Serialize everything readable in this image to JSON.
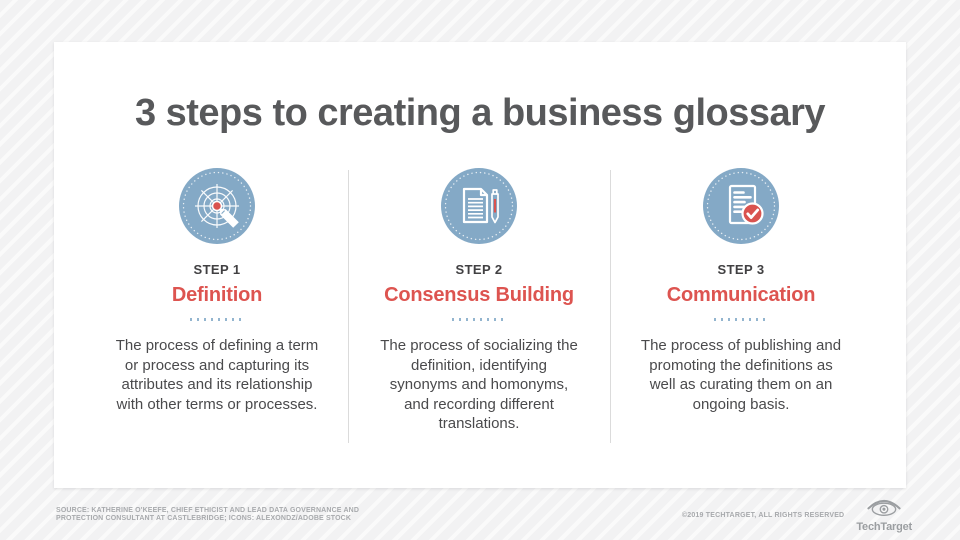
{
  "page": {
    "title": "3 steps to creating a business glossary"
  },
  "steps": [
    {
      "label": "STEP 1",
      "heading": "Definition",
      "description": "The process of defining a term or process and capturing its attributes and its relationship with other terms or processes.",
      "icon": "target-web-pencil-icon"
    },
    {
      "label": "STEP 2",
      "heading": "Consensus Building",
      "description": "The process of socializing the definition, identifying synonyms and homonyms, and recording different translations.",
      "icon": "document-pen-icon"
    },
    {
      "label": "STEP 3",
      "heading": "Communication",
      "description": "The process of publishing and promoting the definitions as well as curating them on an ongoing basis.",
      "icon": "document-checkmark-icon"
    }
  ],
  "footer": {
    "source_line1": "SOURCE: KATHERINE O'KEEFE, CHIEF ETHICIST AND LEAD DATA GOVERNANCE AND",
    "source_line2": "PROTECTION CONSULTANT AT CASTLEBRIDGE; ICONS: ALEXONDZ/ADOBE STOCK",
    "copyright": "©2019 TECHTARGET, ALL RIGHTS RESERVED",
    "brand": "TechTarget"
  },
  "colors": {
    "accent_red": "#dd5450",
    "icon_blue": "#84a9c6",
    "title_gray": "#58595b",
    "body_gray": "#4a4a4c",
    "divider_gray": "#dbdbdb",
    "footer_gray": "#a8aaad",
    "dot_blue": "#93b5cf"
  }
}
